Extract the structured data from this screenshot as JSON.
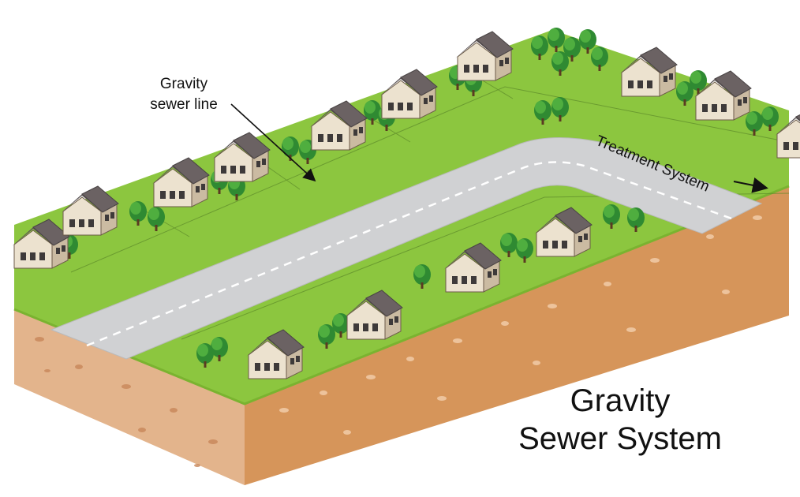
{
  "labels": {
    "sewer_line_1": "Gravity",
    "sewer_line_2": "sewer line",
    "treatment": "Treatment System",
    "title_1": "Gravity",
    "title_2": "Sewer System"
  },
  "colors": {
    "grass": "#8cc63f",
    "soil_front": "#d6955a",
    "soil_side": "#e3b48c",
    "road": "#d0d1d3",
    "roof": "#6b6263",
    "house_wall": "#e8dcc8",
    "tree": "#3a9a3a"
  },
  "icons": [
    "house-icon",
    "tree-icon",
    "arrow-icon"
  ]
}
